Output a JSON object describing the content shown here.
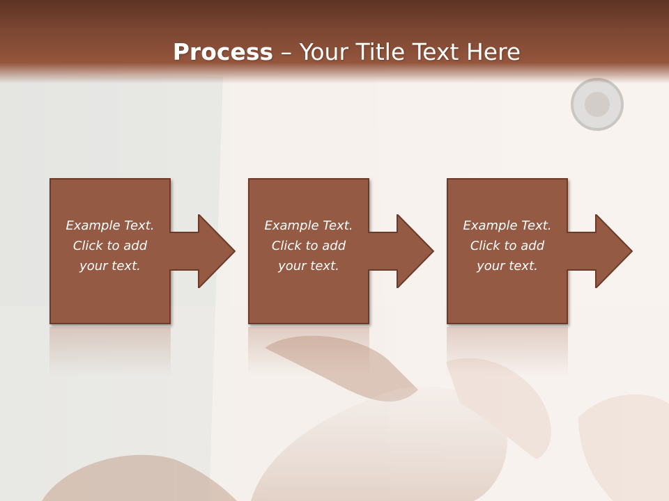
{
  "slide": {
    "title_bold": "Process",
    "title_rest": " – Your Title Text Here"
  },
  "steps": [
    {
      "line1": "Example Text.",
      "line2": "Click  to add",
      "line3": "your text."
    },
    {
      "line1": "Example Text.",
      "line2": "Click  to add",
      "line3": "your text."
    },
    {
      "line1": "Example Text.",
      "line2": "Click  to add",
      "line3": "your text."
    }
  ],
  "colors": {
    "title_bar": "#7b4632",
    "box_fill": "#955a43",
    "box_border": "#6b3a29",
    "background": "#f4efeb"
  }
}
